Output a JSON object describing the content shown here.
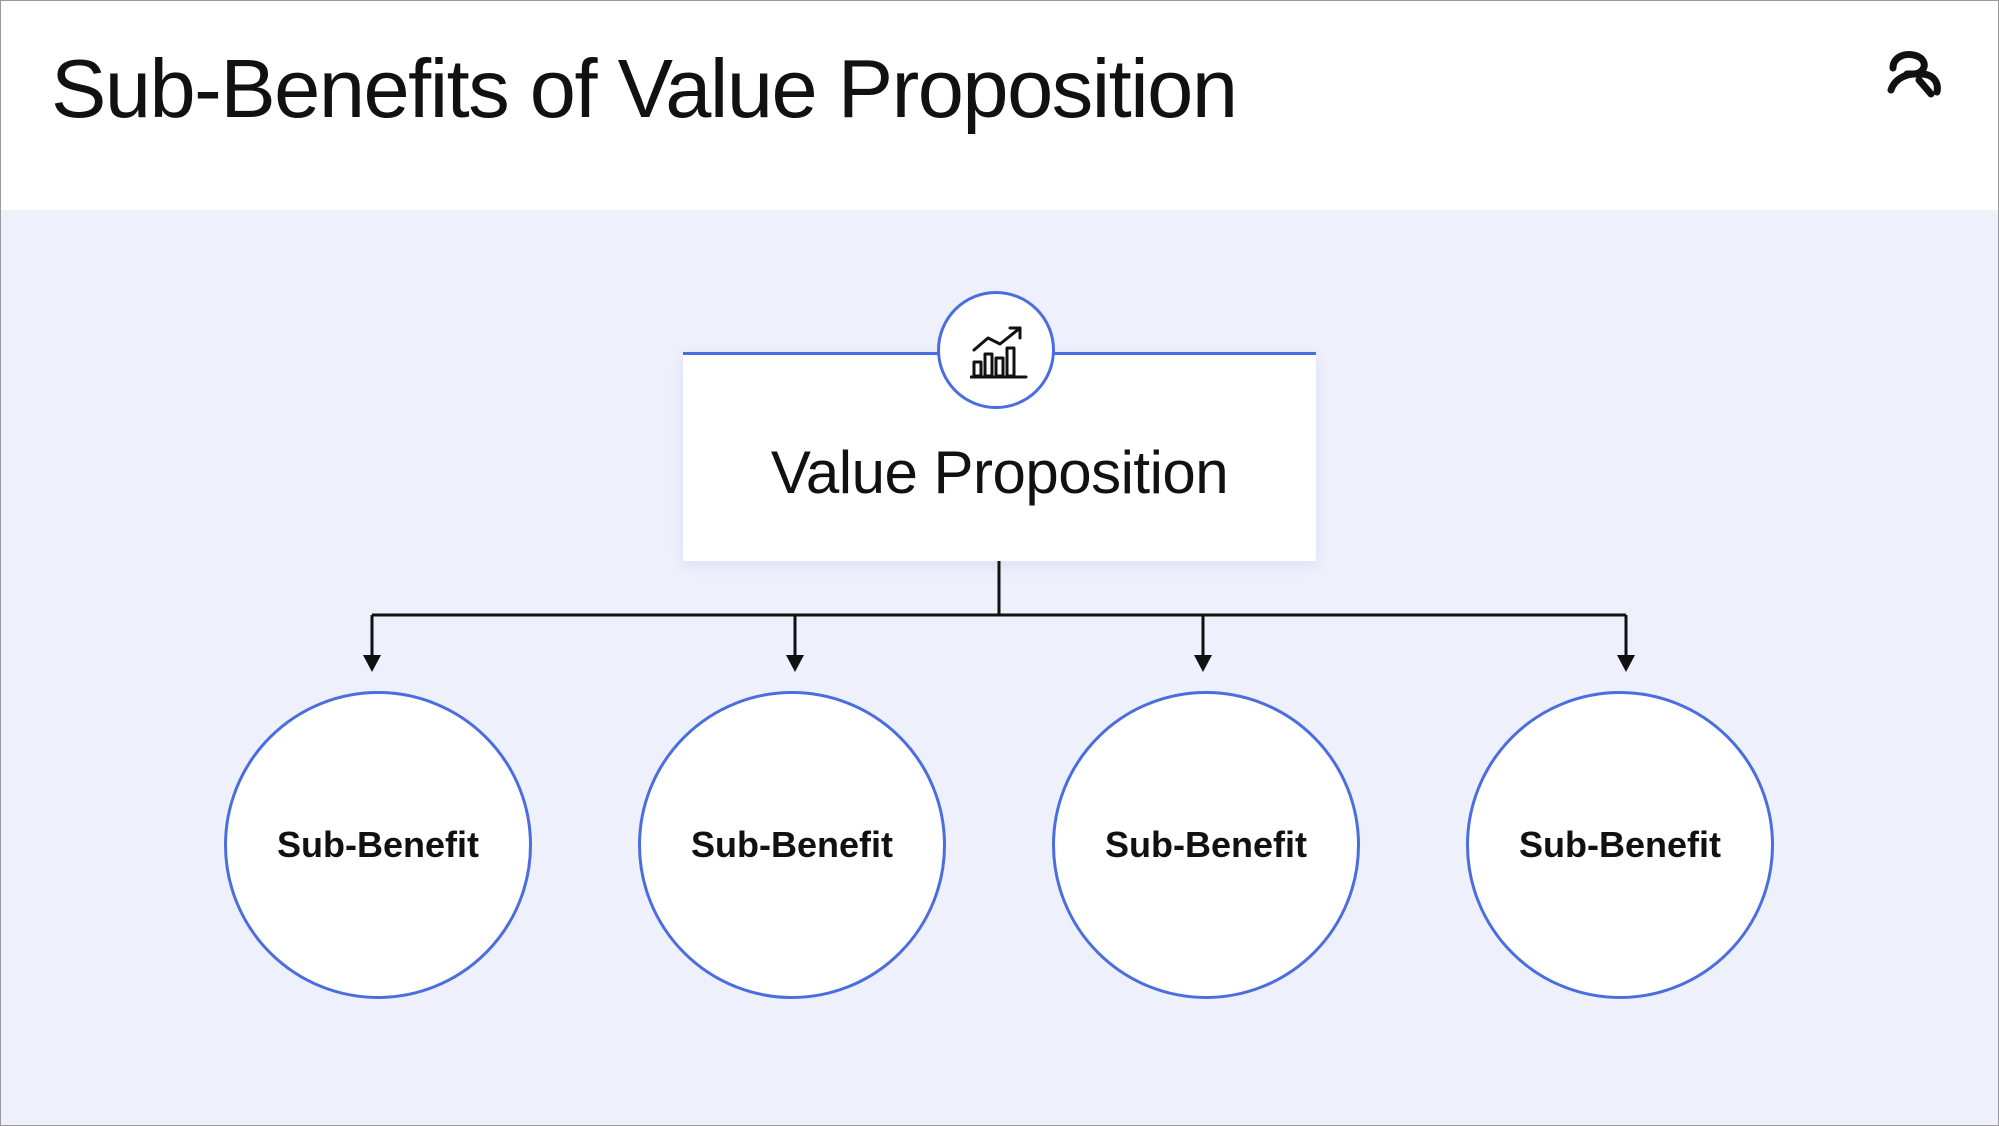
{
  "header": {
    "title": "Sub-Benefits of Value Proposition"
  },
  "logo": {
    "icon": "brand-logo-icon"
  },
  "diagram": {
    "root": {
      "label": "Value Proposition",
      "icon": "growth-chart-icon"
    },
    "children": [
      {
        "label": "Sub-Benefit"
      },
      {
        "label": "Sub-Benefit"
      },
      {
        "label": "Sub-Benefit"
      },
      {
        "label": "Sub-Benefit"
      }
    ]
  },
  "colors": {
    "accent": "#4a6ee0",
    "canvas_background": "#eef0fc",
    "text": "#111111"
  }
}
